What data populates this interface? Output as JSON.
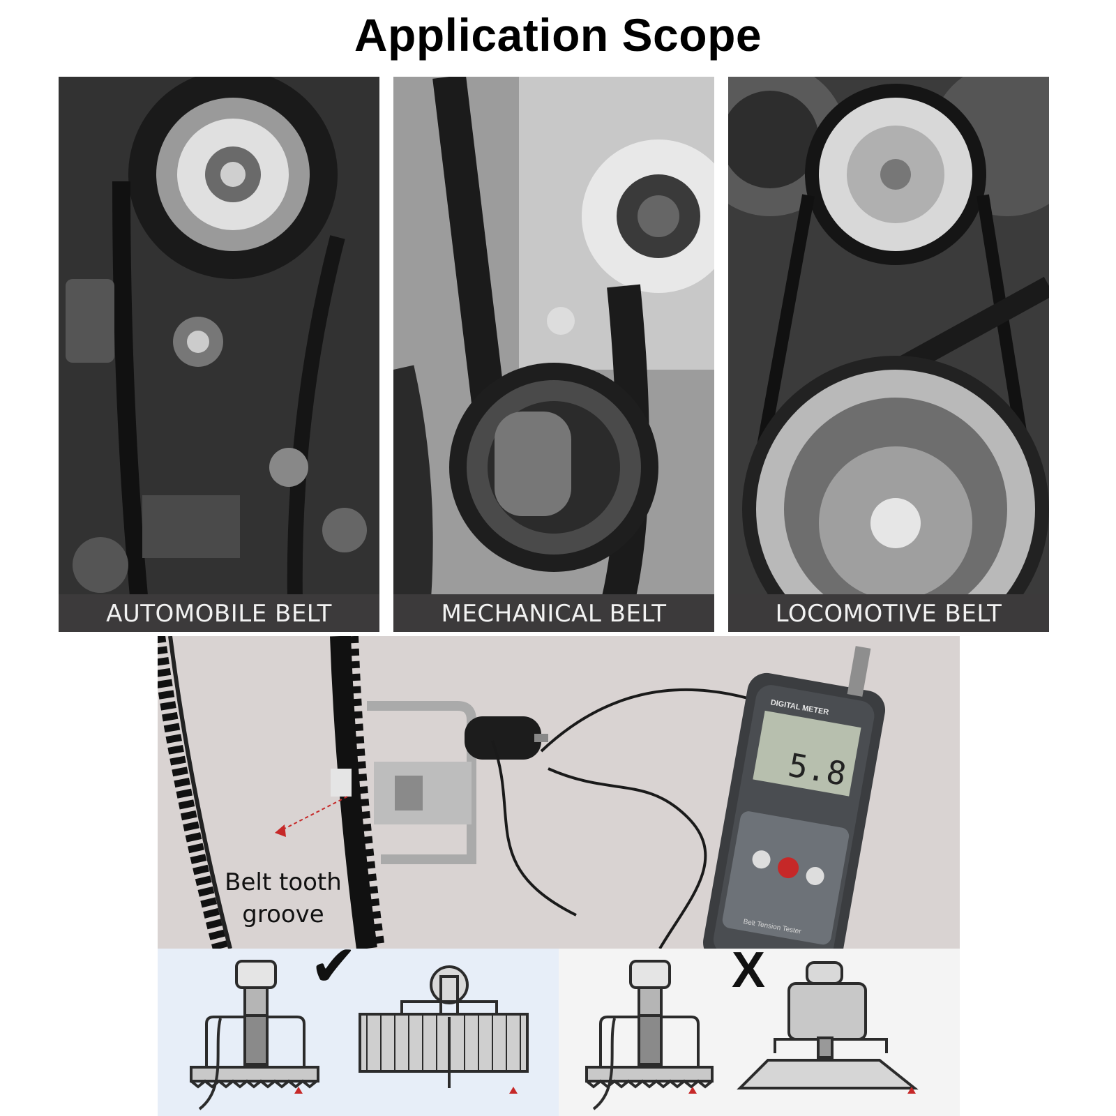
{
  "title": "Application Scope",
  "panels": [
    {
      "caption": "AUTOMOBILE BELT"
    },
    {
      "caption": "MECHANICAL BELT"
    },
    {
      "caption": "LOCOMOTIVE BELT"
    }
  ],
  "meter": {
    "brand_label": "DIGITAL METER",
    "display_value": "5.8",
    "device_name": "Belt Tension Tester"
  },
  "annotation": {
    "line1": "Belt tooth",
    "line2": "groove"
  },
  "usage": {
    "correct_mark": "✔",
    "incorrect_mark": "X"
  }
}
